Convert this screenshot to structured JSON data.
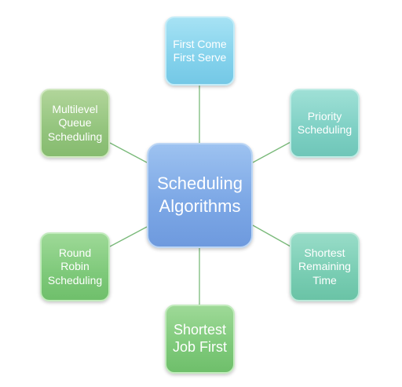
{
  "diagram": {
    "center": "Scheduling\nAlgorithms",
    "nodes": {
      "fcfs": "First Come\nFirst Serve",
      "priority": "Priority\nScheduling",
      "srt": "Shortest\nRemaining\nTime",
      "sjf": "Shortest\nJob First",
      "round_robin": "Round\nRobin\nScheduling",
      "multilevel": "Multilevel\nQueue\nScheduling"
    }
  }
}
